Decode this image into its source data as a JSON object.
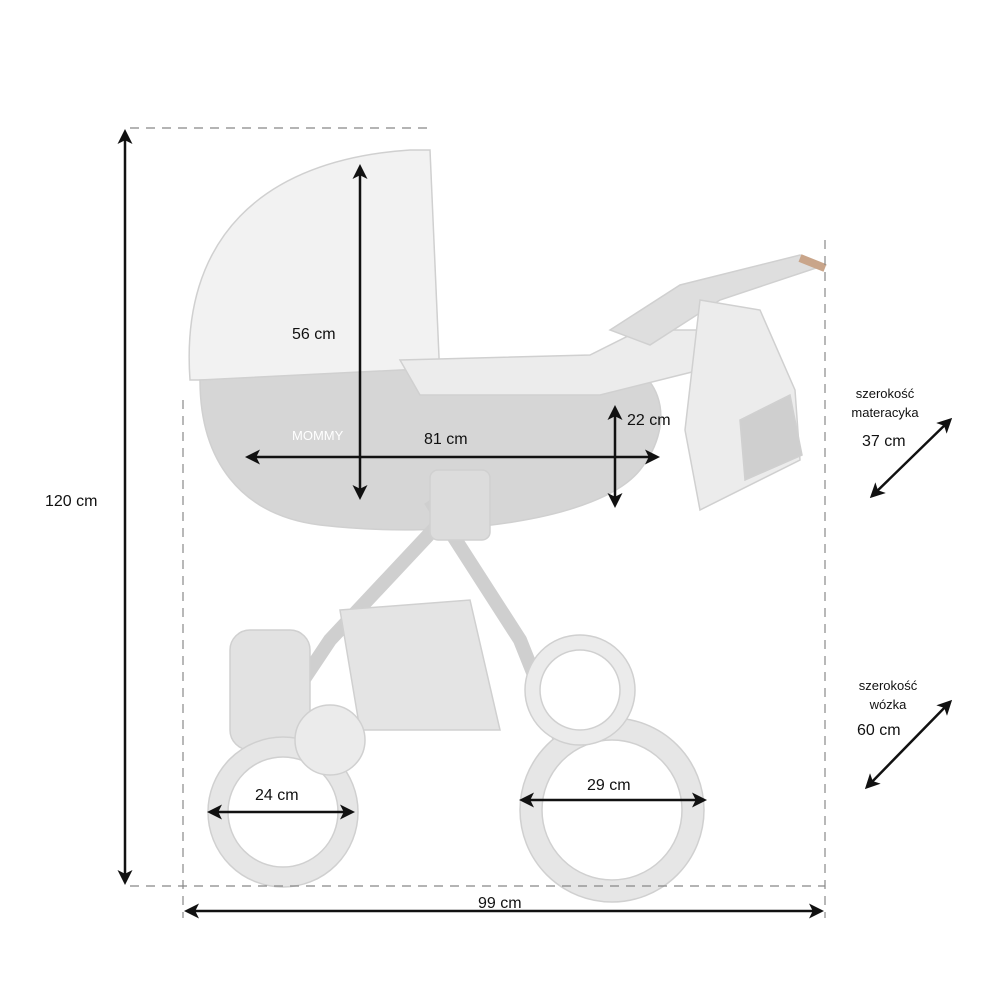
{
  "dimensions": {
    "total_height": "120 cm",
    "hood_height": "56 cm",
    "bassinet_length": "81 cm",
    "bassinet_depth": "22 cm",
    "total_length": "99 cm",
    "front_wheel": "24 cm",
    "rear_wheel": "29 cm",
    "mattress_width_caption_1": "szerokość",
    "mattress_width_caption_2": "materacyka",
    "mattress_width": "37 cm",
    "stroller_width_caption_1": "szerokość",
    "stroller_width_caption_2": "wózka",
    "stroller_width": "60 cm"
  },
  "brand": "MOMMY",
  "colors": {
    "line": "#111111",
    "dashed": "#888888",
    "product_light": "#e8e8e8",
    "product_dark": "#cfcfcf",
    "accent": "#c9a58a"
  }
}
